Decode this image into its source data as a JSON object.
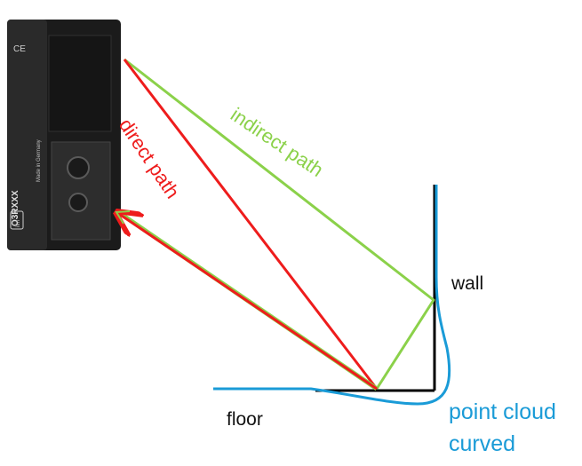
{
  "labels": {
    "direct_path": "direct path",
    "indirect_path": "indirect path",
    "wall": "wall",
    "floor": "floor",
    "point_cloud_line1": "point cloud",
    "point_cloud_line2": "curved"
  },
  "camera": {
    "model": "O3RXXX",
    "made_in": "Made in Germany",
    "brand": "ifm",
    "ce_mark": "CE"
  },
  "colors": {
    "direct": "#ee1c1c",
    "indirect": "#8bd14a",
    "point_cloud": "#1a9bd7",
    "surfaces": "#000000",
    "camera_body": "#1b1b1b"
  }
}
